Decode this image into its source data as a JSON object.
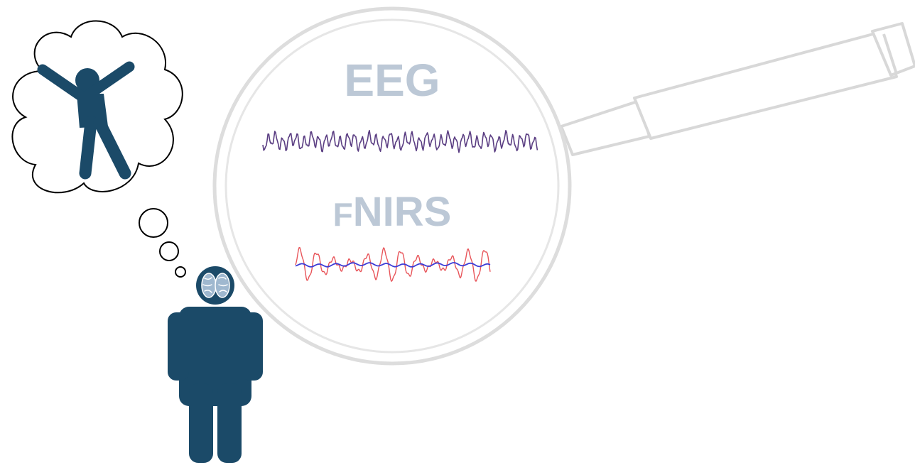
{
  "labels": {
    "eeg": "EEG",
    "fnirs_prefix": "F",
    "fnirs_rest": "NIRS"
  },
  "colors": {
    "figure": "#1b4a68",
    "label_text": "#bcc8d6",
    "magnifier_stroke": "#d6d6d6",
    "eeg_signal": "#5a3d82",
    "fnirs_red": "#e8555a",
    "fnirs_blue": "#3b3bd6",
    "brain": "#9fb8cf"
  },
  "icons": {
    "thought_bubble": "thought-bubble-icon",
    "imagined_figure": "jumping-person-icon",
    "person": "person-icon",
    "brain": "brain-icon",
    "magnifier": "magnifying-glass-icon"
  }
}
